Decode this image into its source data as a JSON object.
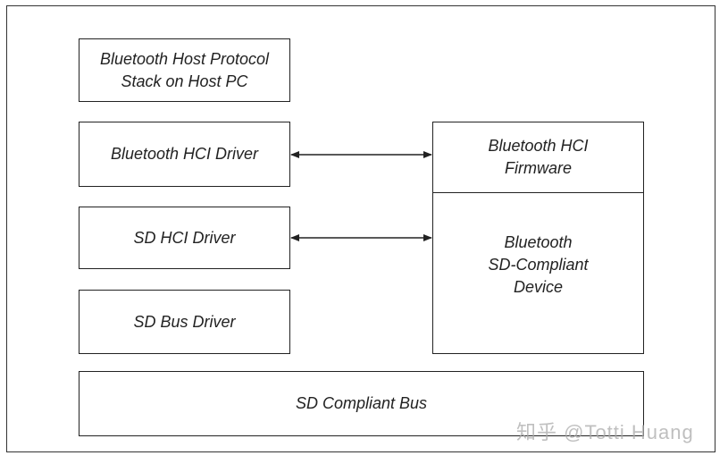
{
  "diagram": {
    "host_stack": {
      "line1": "Bluetooth Host Protocol",
      "line2": "Stack on Host PC"
    },
    "hci_driver": {
      "label": "Bluetooth HCI Driver"
    },
    "sd_hci_driver": {
      "label": "SD HCI Driver"
    },
    "sd_bus_driver": {
      "label": "SD Bus Driver"
    },
    "hci_firmware": {
      "line1": "Bluetooth HCI",
      "line2": "Firmware"
    },
    "sd_device": {
      "line1": "Bluetooth",
      "line2": "SD-Compliant",
      "line3": "Device"
    },
    "sd_bus": {
      "label": "SD Compliant Bus"
    }
  },
  "watermark": {
    "text": "知乎 @Totti Huang"
  },
  "colors": {
    "stroke": "#222222",
    "background": "#ffffff",
    "watermark": "#aaaaaa"
  }
}
